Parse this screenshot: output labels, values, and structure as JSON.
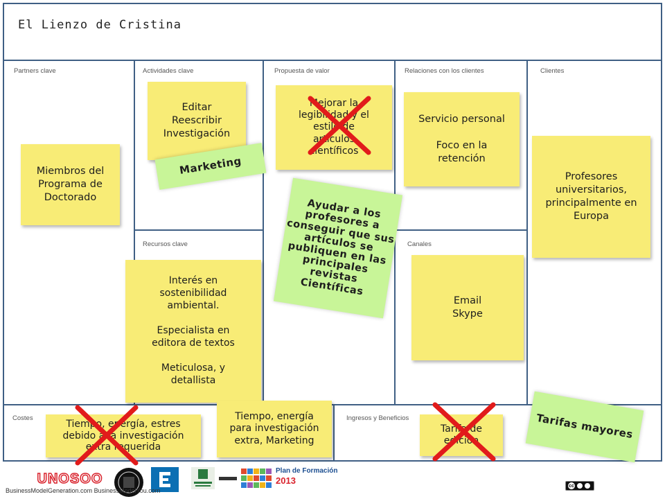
{
  "title": "El  Lienzo de Cristina",
  "sections": {
    "partners": "Partners clave",
    "activities": "Actividades clave",
    "value": "Propuesta de valor",
    "relations": "Relaciones con los clientes",
    "clients": "Clientes",
    "resources": "Recursos clave",
    "channels": "Canales",
    "costs": "Costes",
    "revenue": "Ingresos y Beneficios"
  },
  "notes": {
    "partners": "Miembros del\nPrograma de\nDoctorado",
    "activities": "Editar\nReescribir\nInvestigación",
    "marketing": "Marketing",
    "value_crossed": "Mejorar la\nlegibilidad y el\nestilo de\nartículos\ncientíficos",
    "value_green": "Ayudar a los\nprofesores a\nconseguir que sus\nartículos se\npubliquen en las\nprincipales\nrevistas\nCientíficas",
    "relations": "Servicio personal\n\nFoco en la\nretención",
    "clients": "Profesores\nuniversitarios,\nprincipalmente en\nEuropa",
    "resources": "Interés en\nsostenibilidad\nambiental.\n\nEspecialista en\neditora de textos\n\nMeticulosa, y\ndetallista",
    "channels": "Email\nSkype",
    "costs_crossed": "Tiempo, energía, estres\ndebido a la investigación\nextra requerida",
    "costs_green": "Tiempo, energía\npara investigación\nextra, Marketing",
    "revenue_crossed": "Tarifa de\nedición",
    "revenue_green": "Tarifas mayores"
  },
  "footer": {
    "credit": "BusinessModelGeneration.com BusinessModelYou.com",
    "logos": {
      "unosoo": "UNOSOO",
      "plan_title": "Plan de Formación",
      "plan_year": "2013",
      "cc": "cc"
    }
  },
  "colors": {
    "border": "#3f5f84",
    "yellow_note": "#f8ec76",
    "green_note": "#c8f598",
    "cross": "#e11b1b"
  }
}
